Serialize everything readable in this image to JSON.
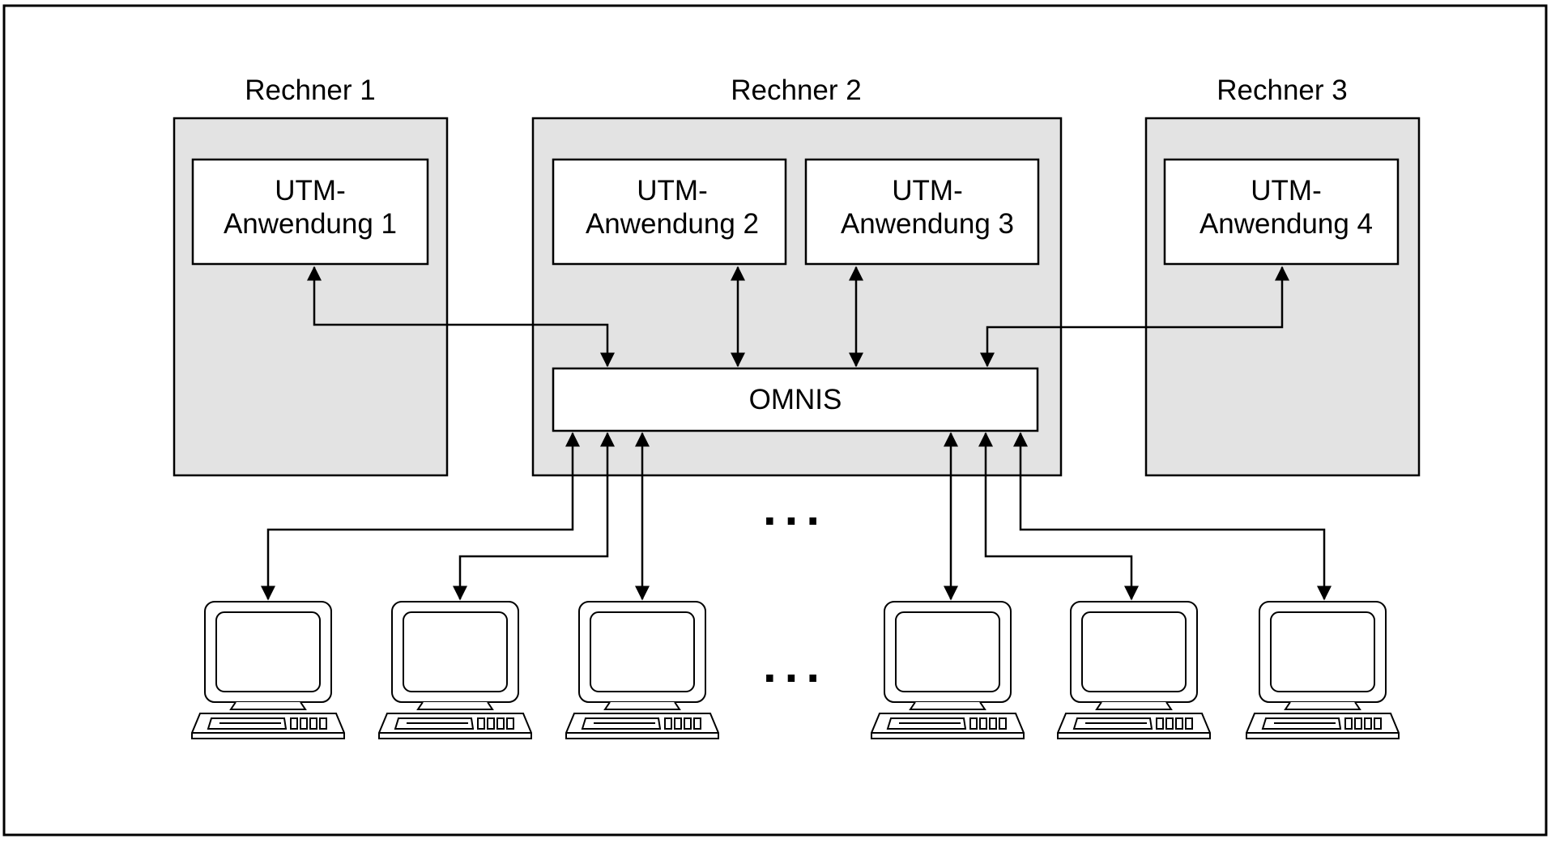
{
  "colors": {
    "computer_fill": "#e3e3e3",
    "box_fill": "#ffffff",
    "line": "#000000",
    "background": "#ffffff"
  },
  "computers": [
    {
      "title": "Rechner 1"
    },
    {
      "title": "Rechner 2"
    },
    {
      "title": "Rechner 3"
    }
  ],
  "applications": [
    {
      "line1": "UTM-",
      "line2": "Anwendung 1"
    },
    {
      "line1": "UTM-",
      "line2": "Anwendung 2"
    },
    {
      "line1": "UTM-",
      "line2": "Anwendung 3"
    },
    {
      "line1": "UTM-",
      "line2": "Anwendung 4"
    }
  ],
  "omnis": {
    "label": "OMNIS"
  },
  "ellipsis": {
    "middle": "...",
    "terminals": "..."
  },
  "terminal_icon": "terminal-icon"
}
